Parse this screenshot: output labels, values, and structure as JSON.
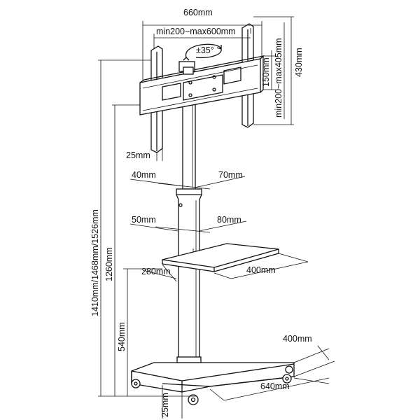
{
  "dimensions": {
    "bracket_total_width": "660mm",
    "vesa_horizontal": "min200~max600mm",
    "tilt": "±35°",
    "bracket_total_height": "430mm",
    "vesa_vertical": "min200~max405mm",
    "arm_height": "150mm",
    "bracket_depth": "25mm",
    "upper_pole_depth": "40mm",
    "upper_pole_width": "70mm",
    "lower_pole_depth": "50mm",
    "lower_pole_width": "80mm",
    "shelf_depth": "280mm",
    "shelf_width": "400mm",
    "total_height": "1410mm/1468mm/1526mm",
    "mount_height": "1260mm",
    "shelf_height": "540mm",
    "base_depth": "400mm",
    "base_width": "640mm",
    "base_thickness": "25mm"
  }
}
